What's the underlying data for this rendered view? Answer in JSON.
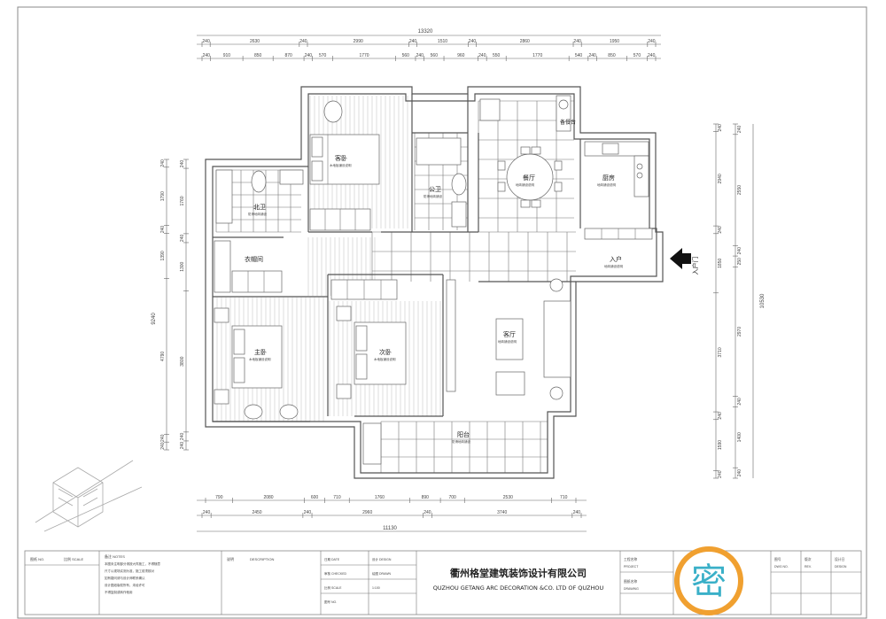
{
  "dimensions": {
    "top_total": "13320",
    "top_row1": [
      "240",
      "2630",
      "240",
      "2990",
      "240",
      "1510",
      "240",
      "2860",
      "240",
      "1950",
      "240"
    ],
    "top_row2": [
      "240",
      "910",
      "850",
      "870",
      "240",
      "570",
      "1770",
      "560",
      "240",
      "560",
      "960",
      "240",
      "550",
      "1770",
      "540",
      "240",
      "850",
      "570",
      "240"
    ],
    "bottom_row1": [
      "790",
      "2080",
      "600",
      "710",
      "1760",
      "890",
      "700",
      "2530",
      "710"
    ],
    "bottom_row2": [
      "240",
      "2450",
      "240",
      "2960",
      "240",
      "3740",
      "240"
    ],
    "bottom_total": "11130",
    "left_outer": "9240",
    "left_segments": [
      "240",
      "1790",
      "240",
      "1390",
      "4790",
      "240",
      "240"
    ],
    "left_inner": [
      "240",
      "1760",
      "240",
      "1300",
      "3800",
      "240",
      "240"
    ],
    "right_outer": "10530",
    "right_segments": [
      "240",
      "2940",
      "240",
      "1850",
      "3710",
      "240",
      "1590",
      "240"
    ],
    "right_inner": [
      "240",
      "2550",
      "240",
      "250",
      "2970",
      "240",
      "1400",
      "240"
    ]
  },
  "rooms": {
    "guest_bedroom": {
      "name": "客卧",
      "note": "木地板铺设说明"
    },
    "north_bath": {
      "name": "北卫",
      "note": "防滑地砖铺设"
    },
    "guest_bath": {
      "name": "公卫",
      "note": "防滑地砖铺设"
    },
    "dining": {
      "name": "餐厅",
      "note": "地砖铺设说明"
    },
    "sideboard": {
      "name": "备餐台"
    },
    "kitchen": {
      "name": "厨房",
      "note": "地砖铺设说明"
    },
    "cloakroom": {
      "name": "衣帽间"
    },
    "entry": {
      "name": "入户",
      "note": "地砖铺设说明"
    },
    "entry_door": {
      "name": "入户门"
    },
    "master_bedroom": {
      "name": "主卧",
      "note": "木地板铺设说明"
    },
    "second_bedroom": {
      "name": "次卧",
      "note": "木地板铺设说明"
    },
    "living": {
      "name": "客厅",
      "note": "地砖铺设说明"
    },
    "balcony": {
      "name": "阳台",
      "note": "防滑地砖铺设"
    }
  },
  "title_block": {
    "company_cn": "衢州格堂建筑装饰设计有限公司",
    "company_en": "QUZHOU GETANG ARC DECORATION  &CO. LTD OF QUZHOU",
    "notes_label": "备注 NOTES",
    "notes_text": [
      "本图未注明部分请按大样施工，不得随意",
      "尺寸以现场实测为准，施工前须核对",
      "如有疑问请与设计师联系确认",
      "设计图纸版权所有，未经许可",
      "不得复制或转作他用"
    ],
    "left_cells": [
      "图纸 NO.",
      "比例 SCALE"
    ],
    "description_label": "说明",
    "description_value": "DESCRIPTION",
    "mid_cells": [
      "日期 DATE",
      "设计 DESIGN",
      "审核 CHECKED",
      "绘图 DRAWN",
      "比例 SCALE",
      "图号 NO."
    ],
    "scale_value": "1:100",
    "project_label": "工程名称",
    "project_value": "PROJECT",
    "drawing_label": "图纸名称",
    "drawing_value": "DRAWING",
    "right_cells": [
      "图号",
      "版次",
      "设计日",
      "DWG NO.",
      "REV.",
      "DESIGN"
    ],
    "logo_char": "密"
  },
  "colors": {
    "logo_ring": "#f0a030",
    "logo_char": "#3ab0c8",
    "wall": "#555555"
  }
}
